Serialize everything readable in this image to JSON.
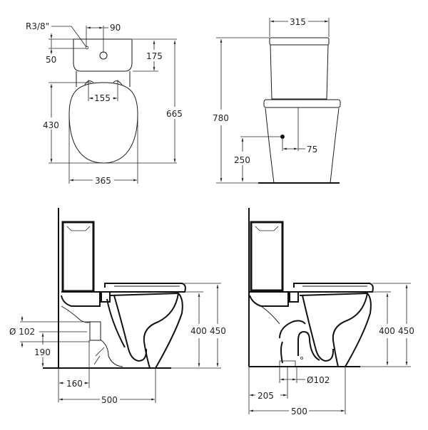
{
  "diagram": {
    "subject": "Close-coupled toilet dimension drawing",
    "units": "mm",
    "views": {
      "top_view": {
        "labels": {
          "inlet_thread": "R3/8\"",
          "inlet_offset": "90",
          "inlet_depth": "50",
          "cistern_depth": "175",
          "hinge_spacing": "155",
          "seat_length": "430",
          "overall_length": "665",
          "width": "365"
        }
      },
      "front_view": {
        "labels": {
          "cistern_width": "315",
          "overall_height": "780",
          "inlet_height": "250",
          "inlet_offset": "75"
        }
      },
      "side_view_horizontal_outlet": {
        "labels": {
          "outlet_diameter": "Ø 102",
          "outlet_height": "190",
          "outlet_wall_distance": "160",
          "projection": "500",
          "rim_height": "400",
          "seat_height": "450"
        }
      },
      "side_view_vertical_outlet": {
        "labels": {
          "outlet_diameter": "Ø102",
          "outlet_wall_distance": "205",
          "projection": "500",
          "rim_height": "400",
          "seat_height": "450"
        }
      }
    }
  }
}
